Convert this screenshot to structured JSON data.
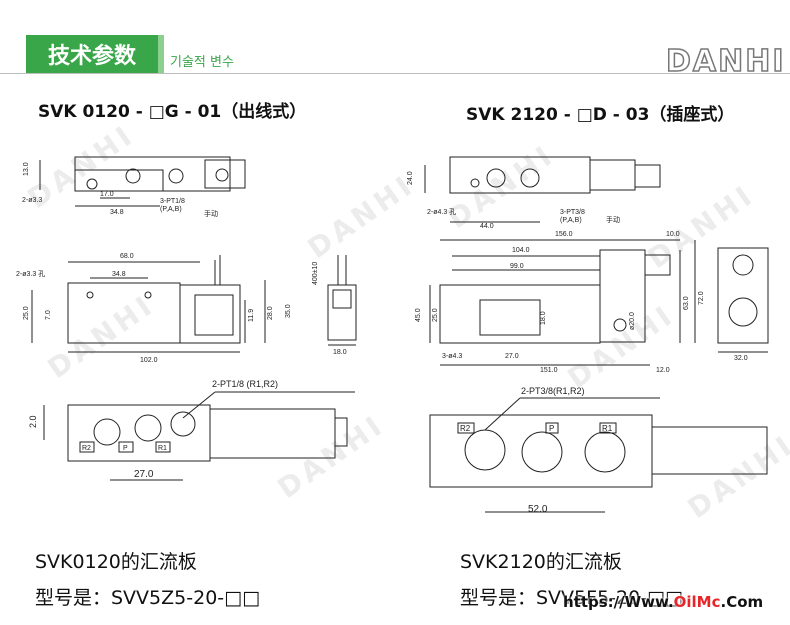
{
  "header": {
    "tab_title": "技术参数",
    "subtitle": "기술적 변수",
    "brand": "DANHI"
  },
  "left": {
    "model": "SVK 0120 - □G - 01（出线式）",
    "caption_line1": "SVK0120的汇流板",
    "caption_line2": "型号是：SVV5Z5-20-□□",
    "dims": {
      "d_13": "13.0",
      "d_17": "17.0",
      "d_348_top": "34.8",
      "hole": "2-ø3.3",
      "pt": "3-PT1/8",
      "pab": "(P,A,B)",
      "manual": "手动",
      "d_68": "68.0",
      "d_348": "34.8",
      "hole_mid": "2-ø3.3 孔",
      "d_250": "25.0",
      "d_70": "7.0",
      "d_119": "11.9",
      "d_280": "28.0",
      "d_350": "35.0",
      "d_1020": "102.0",
      "d_400": "400±10",
      "d_180": "18.0",
      "port_label": "2-PT1/8 (R1,R2)",
      "d_20": "2.0",
      "d_270": "27.0",
      "r2": "R2",
      "p": "P",
      "r1": "R1"
    }
  },
  "right": {
    "model": "SVK 2120 - □D - 03（插座式）",
    "caption_line1": "SVK2120的汇流板",
    "caption_line2": "型号是：SVV5F5-20-□□",
    "dims": {
      "d_240": "24.0",
      "hole": "2-ø4.3 孔",
      "d_440": "44.0",
      "pt": "3-PT3/8",
      "pab": "(P,A,B)",
      "manual": "手动",
      "d_1560": "156.0",
      "d_100": "10.0",
      "d_1040": "104.0",
      "d_990": "99.0",
      "d_450": "45.0",
      "d_250": "25.0",
      "d_180": "18.0",
      "d_200": "ø20.0",
      "d_630": "63.0",
      "d_720": "72.0",
      "hole_bot": "3-ø4.3",
      "d_270": "27.0",
      "d_1510": "151.0",
      "d_120": "12.0",
      "d_320": "32.0",
      "port_label": "2-PT3/8(R1,R2)",
      "d_520": "52.0",
      "r2": "R2",
      "p": "P",
      "r1": "R1"
    }
  },
  "footer": {
    "url_prefix": "https://Www.",
    "url_oil": "OilMc",
    "url_suffix": ".Com"
  },
  "colors": {
    "accent_green": "#3aa64a",
    "light_green": "#8bd08f",
    "line": "#222222"
  }
}
